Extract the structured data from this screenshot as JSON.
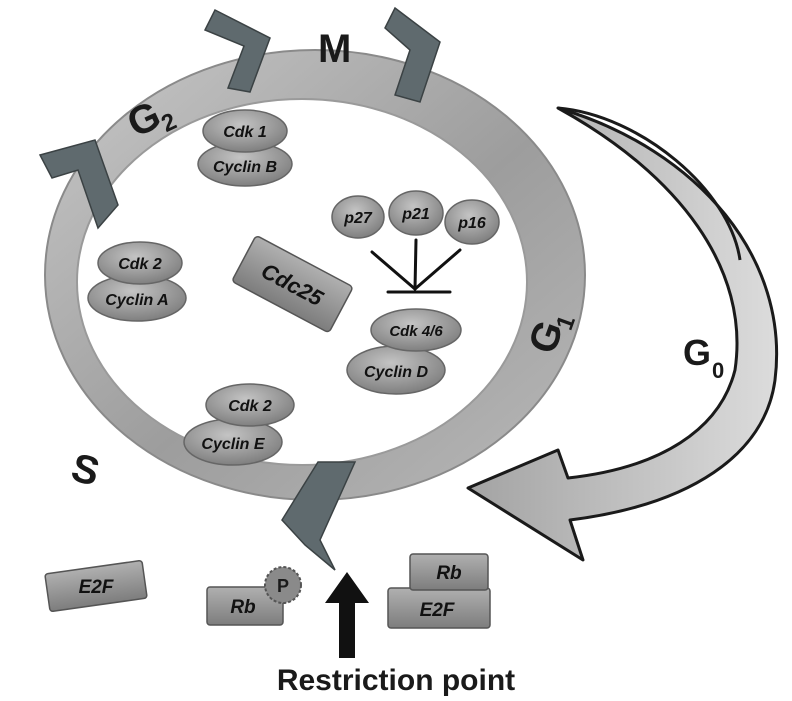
{
  "phases": {
    "m": "M",
    "g2_main": "G",
    "g2_sub": "2",
    "g1_main": "G",
    "g1_sub": "1",
    "g0_main": "G",
    "g0_sub": "0",
    "s": "S"
  },
  "complexes": {
    "g2_m": {
      "top": "Cdk 1",
      "bottom": "Cyclin B"
    },
    "s_phase": {
      "top": "Cdk 2",
      "bottom": "Cyclin A"
    },
    "g1_s": {
      "top": "Cdk 2",
      "bottom": "Cyclin E"
    },
    "g1": {
      "top": "Cdk 4/6",
      "bottom": "Cyclin D"
    }
  },
  "phosphatase": "Cdc25",
  "inhibitors": [
    "p27",
    "p21",
    "p16"
  ],
  "restriction": {
    "e2f_free": "E2F",
    "rb_phosphorylated": "Rb",
    "phosphate": "P",
    "rb_bound": "Rb",
    "e2f_bound": "E2F",
    "label": "Restriction point"
  },
  "colors": {
    "ring": "#a9a9a9",
    "arrow_head": "#5f6a6e",
    "protein": "#8e8e8e",
    "text": "#1a1a1a"
  }
}
